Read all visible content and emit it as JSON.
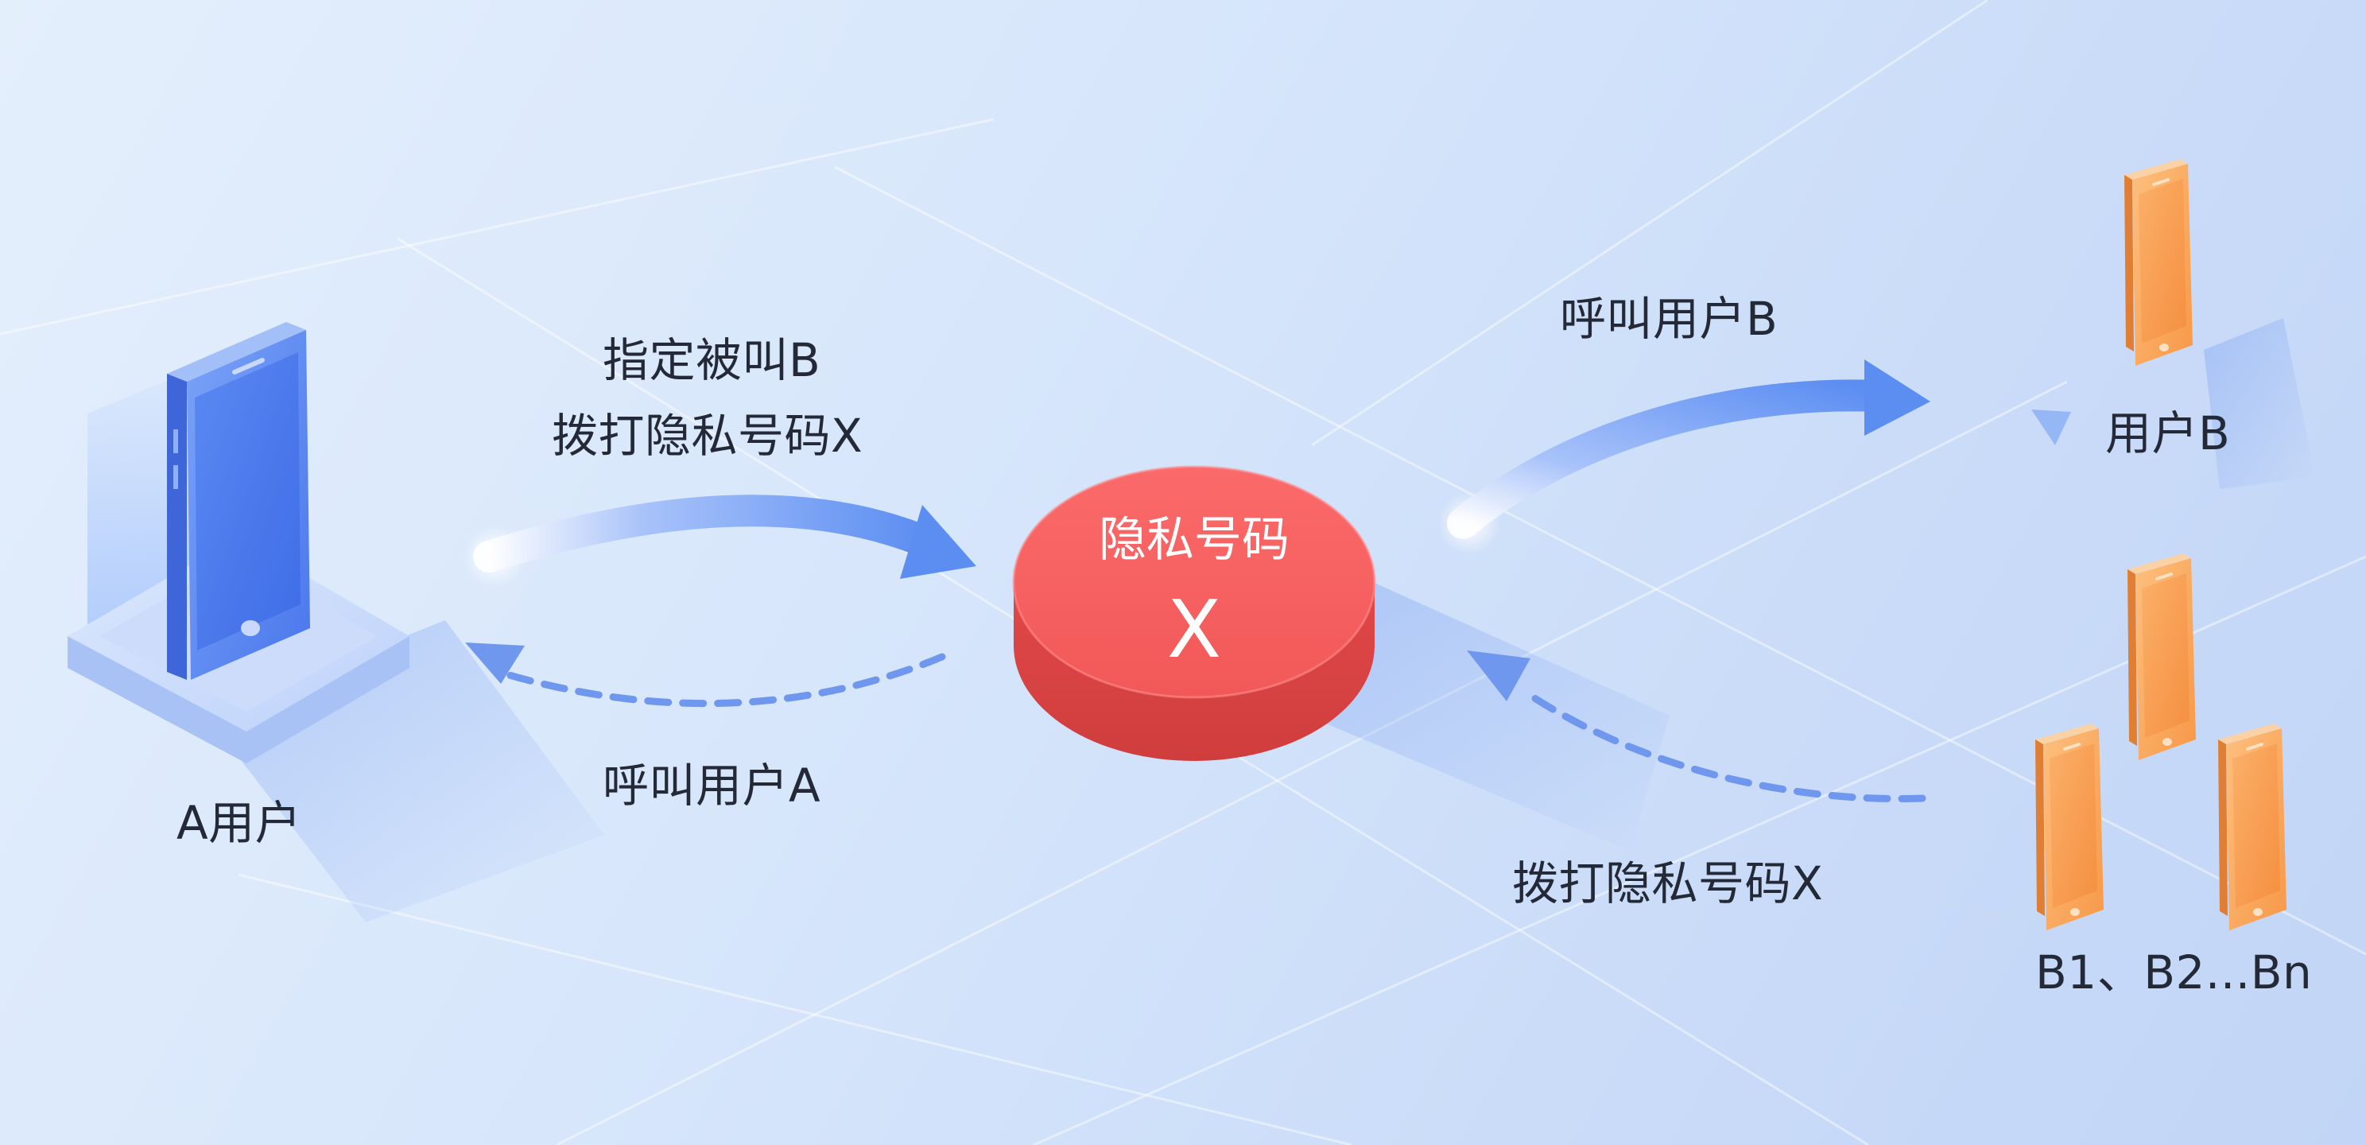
{
  "labels": {
    "user_a": "A用户",
    "dial_line1": "指定被叫B",
    "dial_line2": "拨打隐私号码X",
    "call_user_a": "呼叫用户A",
    "call_user_b": "呼叫用户B",
    "user_b": "用户B",
    "dial_x_back": "拨打隐私号码X",
    "b_group": "B1、B2...Bn"
  },
  "center": {
    "title": "隐私号码",
    "letter": "X"
  },
  "icons": {
    "user_a_phone": "smartphone-icon",
    "user_b_phone": "smartphone-icon",
    "b_group_phones": "smartphone-icon"
  },
  "colors": {
    "blue_phone": "#4d7ef0",
    "orange_phone": "#f9a55a",
    "center_red": "#f25a5a",
    "arrow_blue": "#5e8ff0"
  }
}
